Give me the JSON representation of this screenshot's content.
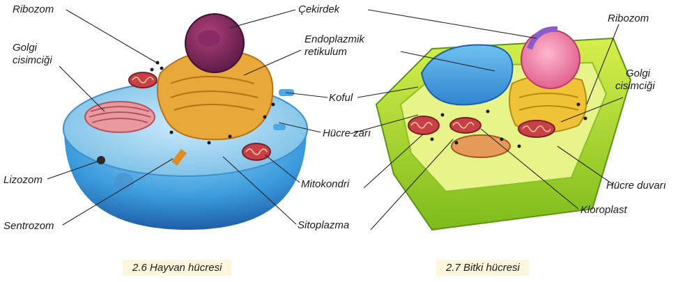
{
  "labels": {
    "ribozom_left": "Ribozom",
    "golgi_left_1": "Golgi",
    "golgi_left_2": "cisimciği",
    "lizozom": "Lizozom",
    "sentrozom": "Sentrozom",
    "cekirdek": "Çekirdek",
    "endoplazmik_1": "Endoplazmik",
    "endoplazmik_2": "retikulum",
    "koful": "Koful",
    "hucre_zari": "Hücre zarı",
    "mitokondri": "Mitokondri",
    "sitoplazma": "Sitoplazma",
    "ribozom_right": "Ribozom",
    "golgi_right_1": "Golgi",
    "golgi_right_2": "cisimciği",
    "hucre_duvari": "Hücre duvarı",
    "kloroplast": "Kloroplast"
  },
  "captions": {
    "animal": "2.6 Hayvan hücresi",
    "plant": "2.7 Bitki hücresi"
  }
}
